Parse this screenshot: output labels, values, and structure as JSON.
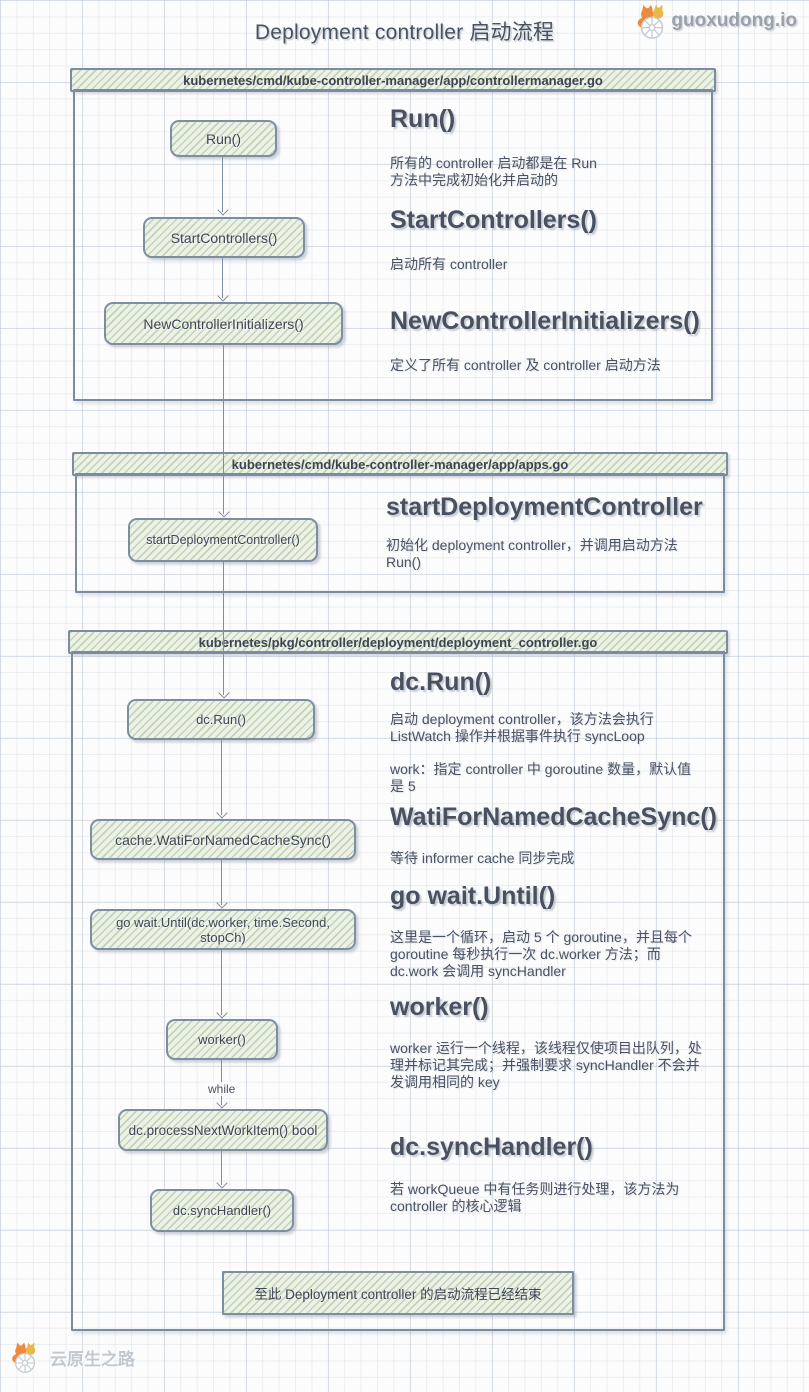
{
  "page": {
    "title": "Deployment controller 启动流程",
    "brand": "guoxudong.io",
    "footer": "云原生之路",
    "while_label": "while",
    "end_banner": "至此 Deployment controller 的启动流程已经结束"
  },
  "sections": [
    {
      "file": "kubernetes/cmd/kube-controller-manager/app/controllermanager.go",
      "nodes": [
        {
          "label": "Run()"
        },
        {
          "label": "StartControllers()"
        },
        {
          "label": "NewControllerInitializers()"
        }
      ],
      "notes": [
        {
          "heading": "Run()",
          "body": "所有的 controller 启动都是在 Run\n方法中完成初始化并启动的"
        },
        {
          "heading": "StartControllers()",
          "body": "启动所有 controller"
        },
        {
          "heading": "NewControllerInitializers()",
          "body": "定义了所有 controller 及 controller 启动方法"
        }
      ]
    },
    {
      "file": "kubernetes/cmd/kube-controller-manager/app/apps.go",
      "nodes": [
        {
          "label": "startDeploymentController()"
        }
      ],
      "notes": [
        {
          "heading": "startDeploymentController",
          "body": "初始化 deployment controller，并调用启动方法\nRun()"
        }
      ]
    },
    {
      "file": "kubernetes/pkg/controller/deployment/deployment_controller.go",
      "nodes": [
        {
          "label": "dc.Run()"
        },
        {
          "label": "cache.WatiForNamedCacheSync()"
        },
        {
          "label": "go wait.Until(dc.worker, time.Second, stopCh)"
        },
        {
          "label": "worker()"
        },
        {
          "label": "dc.processNextWorkItem() bool"
        },
        {
          "label": "dc.syncHandler()"
        }
      ],
      "notes": [
        {
          "heading": "dc.Run()",
          "body": "启动 deployment controller，该方法会执行\nListWatch 操作并根据事件执行 syncLoop\n\nwork：指定 controller 中 goroutine 数量，默认值\n是 5"
        },
        {
          "heading": "WatiForNamedCacheSync()",
          "body": "等待 informer cache 同步完成"
        },
        {
          "heading": "go wait.Until()",
          "body": "这里是一个循环，启动 5 个 goroutine，并且每个\ngoroutine 每秒执行一次 dc.worker 方法；而\ndc.work 会调用 syncHandler"
        },
        {
          "heading": "worker()",
          "body": "worker 运行一个线程，该线程仅使项目出队列，处\n理并标记其完成；并强制要求 syncHandler 不会并\n发调用相同的 key"
        },
        {
          "heading": "dc.syncHandler()",
          "body": "若 workQueue 中有任务则进行处理，该方法为\ncontroller 的核心逻辑"
        }
      ]
    }
  ],
  "colors": {
    "border": "#7b8ca0",
    "hatch_green": "#96ba79",
    "text": "#4a5263",
    "heading": "#49505f",
    "brand_orange": "#ee8a3e"
  }
}
